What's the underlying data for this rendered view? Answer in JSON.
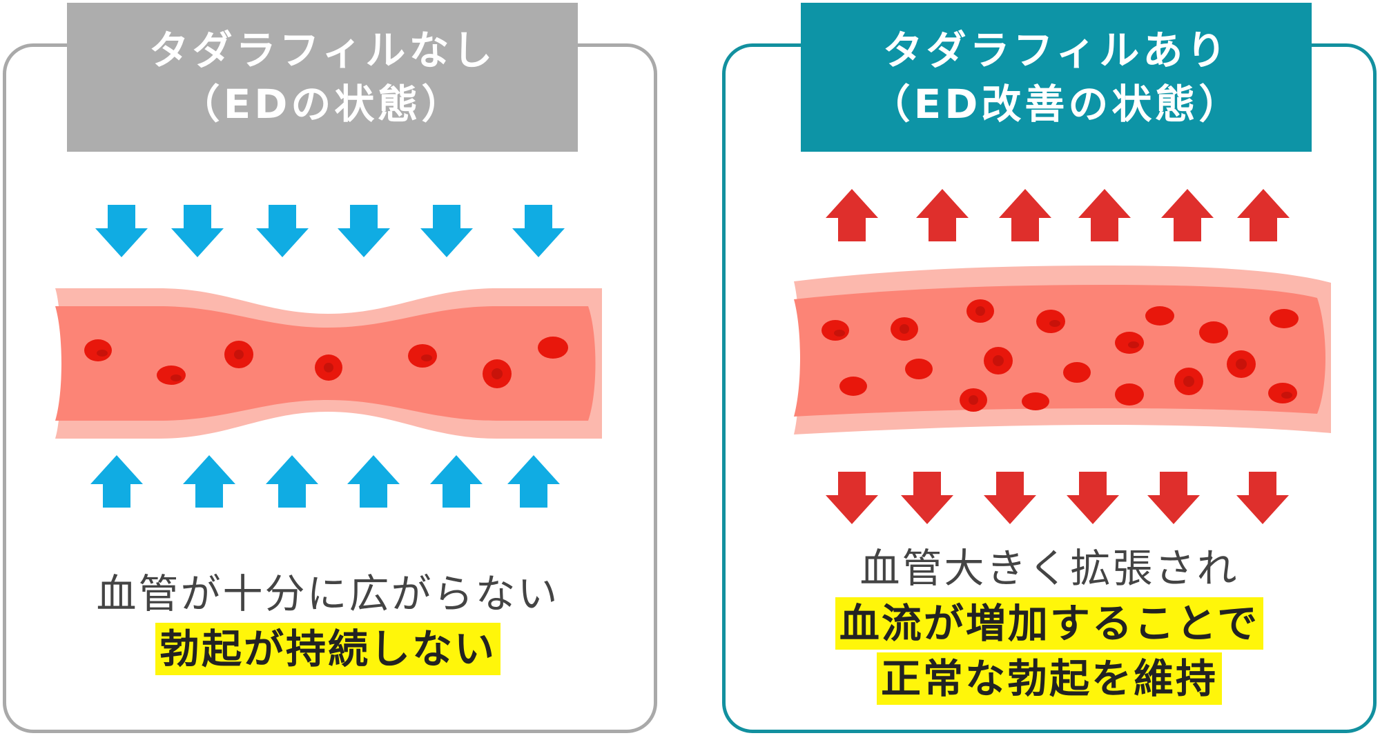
{
  "left_panel": {
    "title_line1": "タダラフィルなし",
    "title_line2": "（EDの状態）",
    "caption_line1": "血管が十分に広がらない",
    "caption_line2": "勃起が持続しない",
    "header_color": "#adadad",
    "arrow_color": "#10ace3"
  },
  "right_panel": {
    "title_line1": "タダラフィルあり",
    "title_line2": "（ED改善の状態）",
    "caption_line1": "血管大きく拡張され",
    "caption_line2": "血流が増加することで",
    "caption_line3": "正常な勃起を維持",
    "header_color": "#0d94a6",
    "arrow_color": "#df2f2c"
  },
  "colors": {
    "vessel_wall": "#fcb8ad",
    "vessel_lumen": "#fc8476",
    "blood_cell": "#e8170c",
    "highlight": "#fff60a"
  }
}
